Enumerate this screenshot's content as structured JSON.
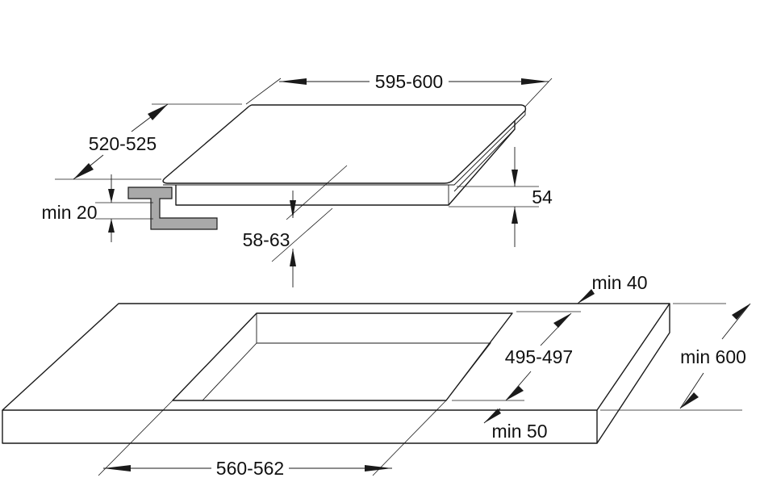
{
  "hob": {
    "width_label": "595-600",
    "depth_label": "520-525",
    "height_label": "54",
    "clearance_label": "min 20",
    "body_depth_label": "58-63"
  },
  "cutout": {
    "back_margin_label": "min 40",
    "depth_label": "495-497",
    "worktop_depth_label": "min 600",
    "front_margin_label": "min 50",
    "width_label": "560-562"
  },
  "colors": {
    "line": "#1a1a1a",
    "bracket_fill": "#a9a9a9",
    "background": "#ffffff"
  }
}
